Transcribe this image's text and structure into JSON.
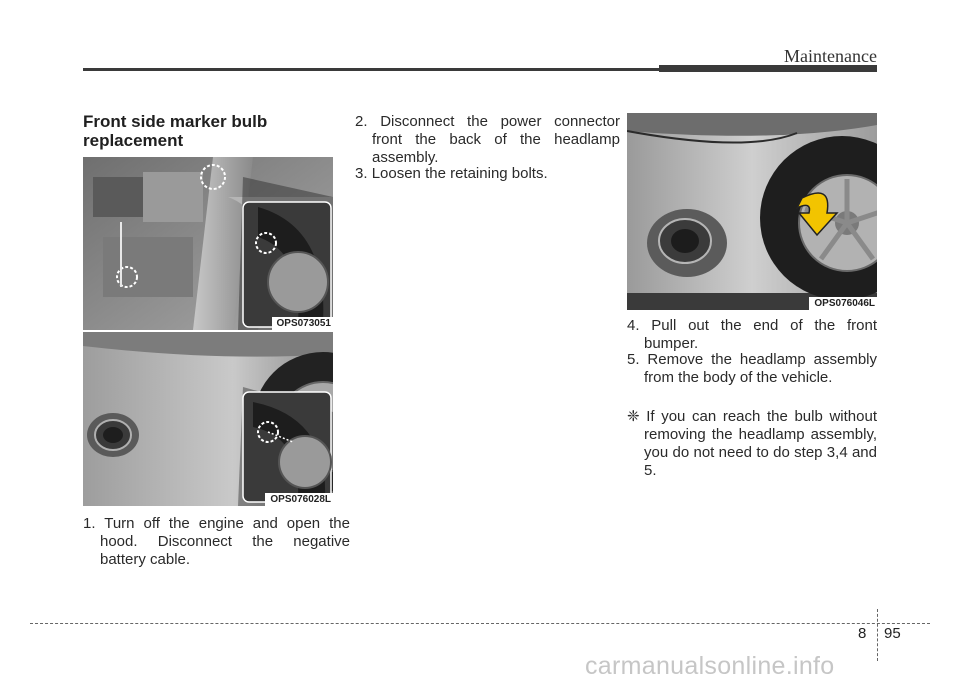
{
  "header": {
    "section_title": "Maintenance"
  },
  "article": {
    "heading": "Front side marker bulb replacement",
    "figures": {
      "fig1": {
        "label": "OPS073051"
      },
      "fig2": {
        "label": "OPS076028L"
      },
      "fig3": {
        "label": "OPS076046L"
      }
    },
    "steps": [
      {
        "num": "1.",
        "text": "Turn off the engine and open the hood. Disconnect the negative battery cable."
      },
      {
        "num": "2.",
        "text": "Disconnect the power connector front the back of the headlamp assembly."
      },
      {
        "num": "3.",
        "text": "Loosen the retaining bolts."
      },
      {
        "num": "4.",
        "text": "Pull out the end of the front bumper."
      },
      {
        "num": "5.",
        "text": "Remove the headlamp assembly from the body of the vehicle."
      }
    ],
    "note": {
      "symbol": "❈",
      "text": "If you can reach the bulb without removing the headlamp assembly, you do not need to do step 3,4 and 5."
    }
  },
  "footer": {
    "chapter": "8",
    "page": "95",
    "watermark": "carmanualsonline.info"
  },
  "colors": {
    "rule": "#3a3a3a",
    "figure_gray": "#8f8f8f",
    "arrow_yellow": "#f2c400"
  }
}
